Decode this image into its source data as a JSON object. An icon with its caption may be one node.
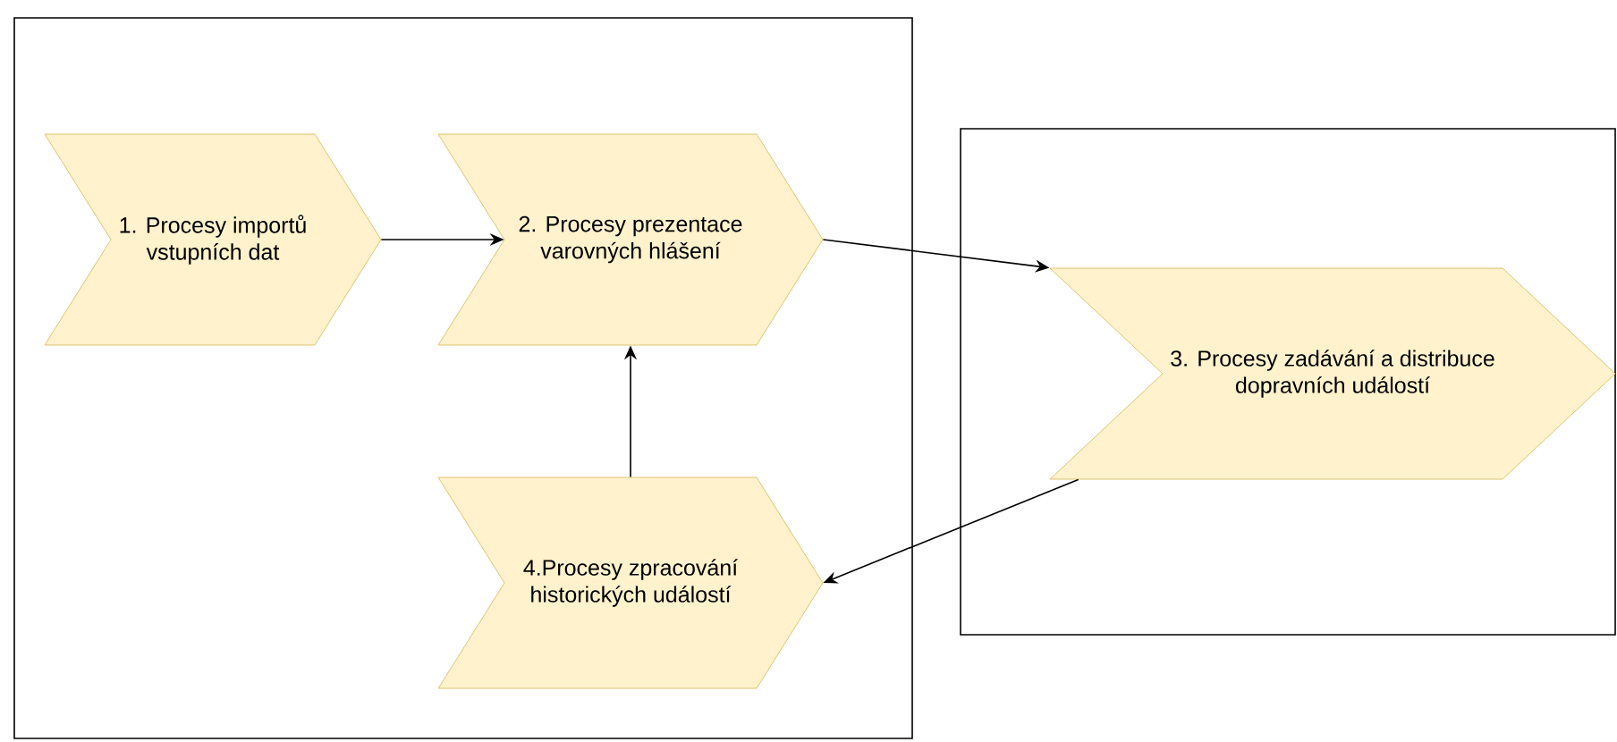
{
  "diagram": {
    "nodes": [
      {
        "text": [],
        "shape": "box"
      },
      {
        "text": [
          "1. Procesy importů vstupních dat"
        ],
        "in": 0
      },
      {
        "text": [
          "2. Procesy prezentace varovných hlášení"
        ],
        "in": 0
      },
      {
        "text": [],
        "shape": "box"
      },
      {
        "text": [
          "3. Procesy zadávání a distribuce dopravních událostí"
        ],
        "in": 3
      },
      {
        "text": [
          "4.Procesy zpracování historických událostí"
        ],
        "in": 0
      }
    ],
    "edges": [
      {
        "from": 1,
        "to": 2,
        "arrow": "to"
      },
      {
        "from": 2,
        "to": 4,
        "arrow": "to"
      },
      {
        "from": 4,
        "to": 5,
        "arrow": "to"
      },
      {
        "from": 5,
        "to": 2,
        "arrow": "to"
      }
    ]
  }
}
